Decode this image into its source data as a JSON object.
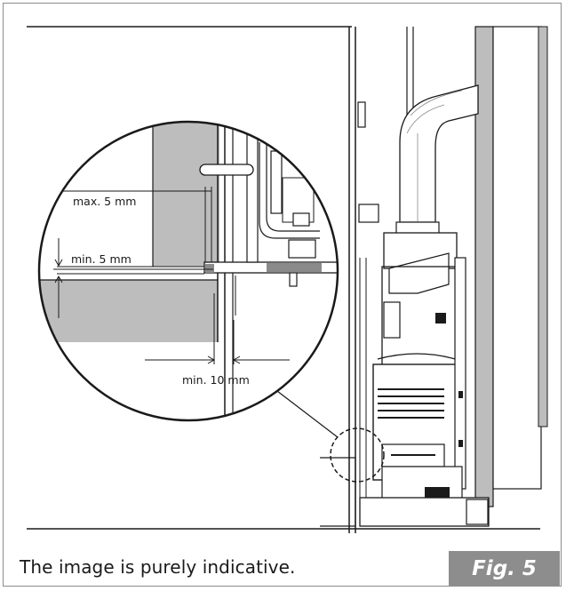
{
  "callouts": {
    "max_gap": "max. 5 mm",
    "min_gap_vertical": "min. 5 mm",
    "min_gap_horizontal": "min. 10 mm"
  },
  "caption": "The image is purely indicative.",
  "figure_label": "Fig. 5"
}
